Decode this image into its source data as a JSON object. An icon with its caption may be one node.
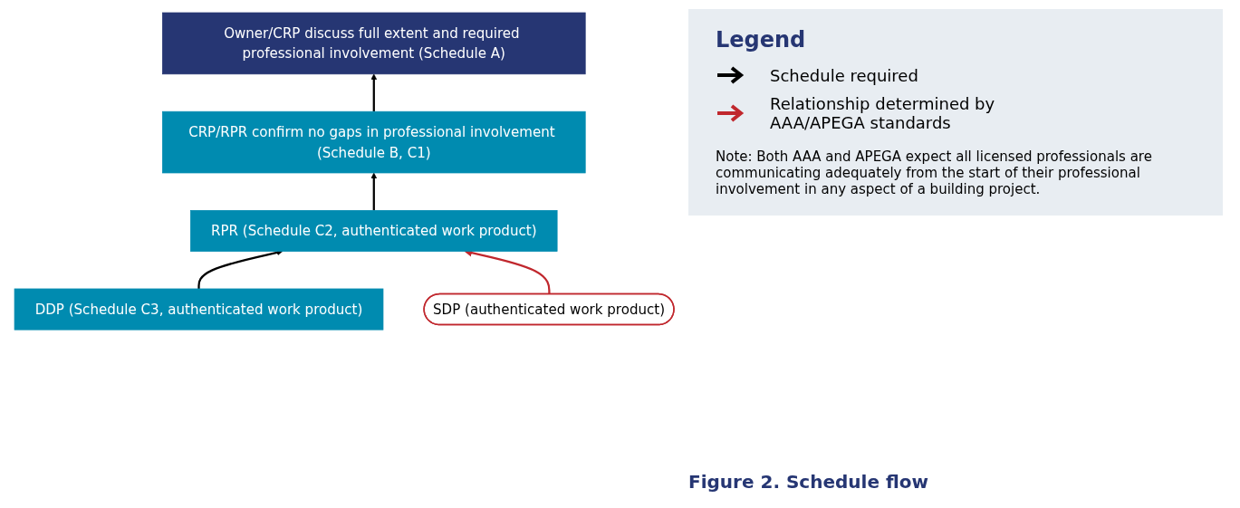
{
  "diagram": {
    "caption": "Figure 2. Schedule flow",
    "nodes": [
      {
        "text": [
          "Owner/CRP discuss full extent and required professional involvement (Schedule A)"
        ]
      },
      {
        "text": [
          "CRP/RPR confirm no gaps in professional involvement (Schedule B, C1)"
        ]
      },
      {
        "text": [
          "RPR (Schedule C2, authenticated work product)"
        ]
      },
      {
        "text": [
          "DDP (Schedule C3, authenticated work product)"
        ]
      },
      {
        "text": [
          "SDP (authenticated work product)"
        ]
      }
    ],
    "edges": [
      {
        "from": 1,
        "to": 0,
        "arrow": "to"
      },
      {
        "from": 2,
        "to": 1,
        "arrow": "to"
      },
      {
        "from": 3,
        "to": 2,
        "arrow": "to"
      },
      {
        "from": 4,
        "to": 2,
        "arrow": "to",
        "color": "#c0272d"
      }
    ],
    "labels": [
      "Legend",
      "Note: Both AAA and APEGA expect all licensed professionals are communicating adequately from the start of their professional involvement in any aspect of a building project."
    ],
    "legend": [
      {
        "text": "Schedule required"
      },
      {
        "text": "Relationship determined by AAA/APEGA standards"
      }
    ]
  }
}
